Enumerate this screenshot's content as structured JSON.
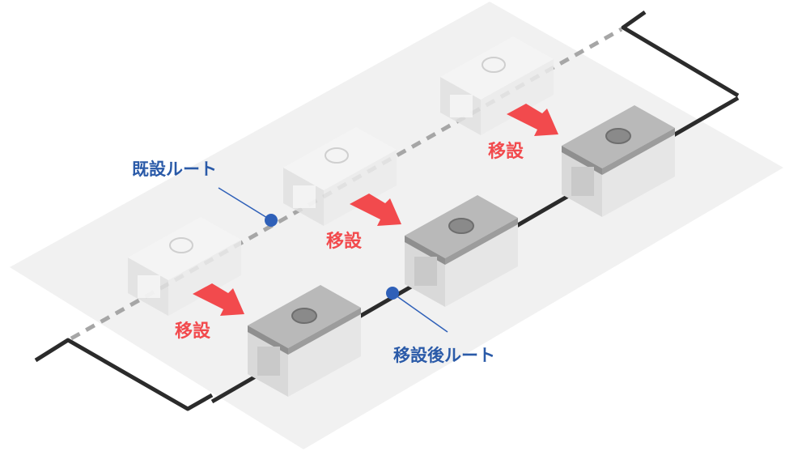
{
  "labels": {
    "existing_route": "既設ルート",
    "new_route": "移設後ルート",
    "move": "移設"
  },
  "colors": {
    "plane": "#f1f1f1",
    "cable": "#2b2b2b",
    "cable_old": "#a6a6a6",
    "arrow": "#f24a4d",
    "label_blue": "#2a5aa8",
    "dot": "#2f60b8",
    "box_old": "#e4e4e4",
    "box_new": "#c4c4c4"
  }
}
